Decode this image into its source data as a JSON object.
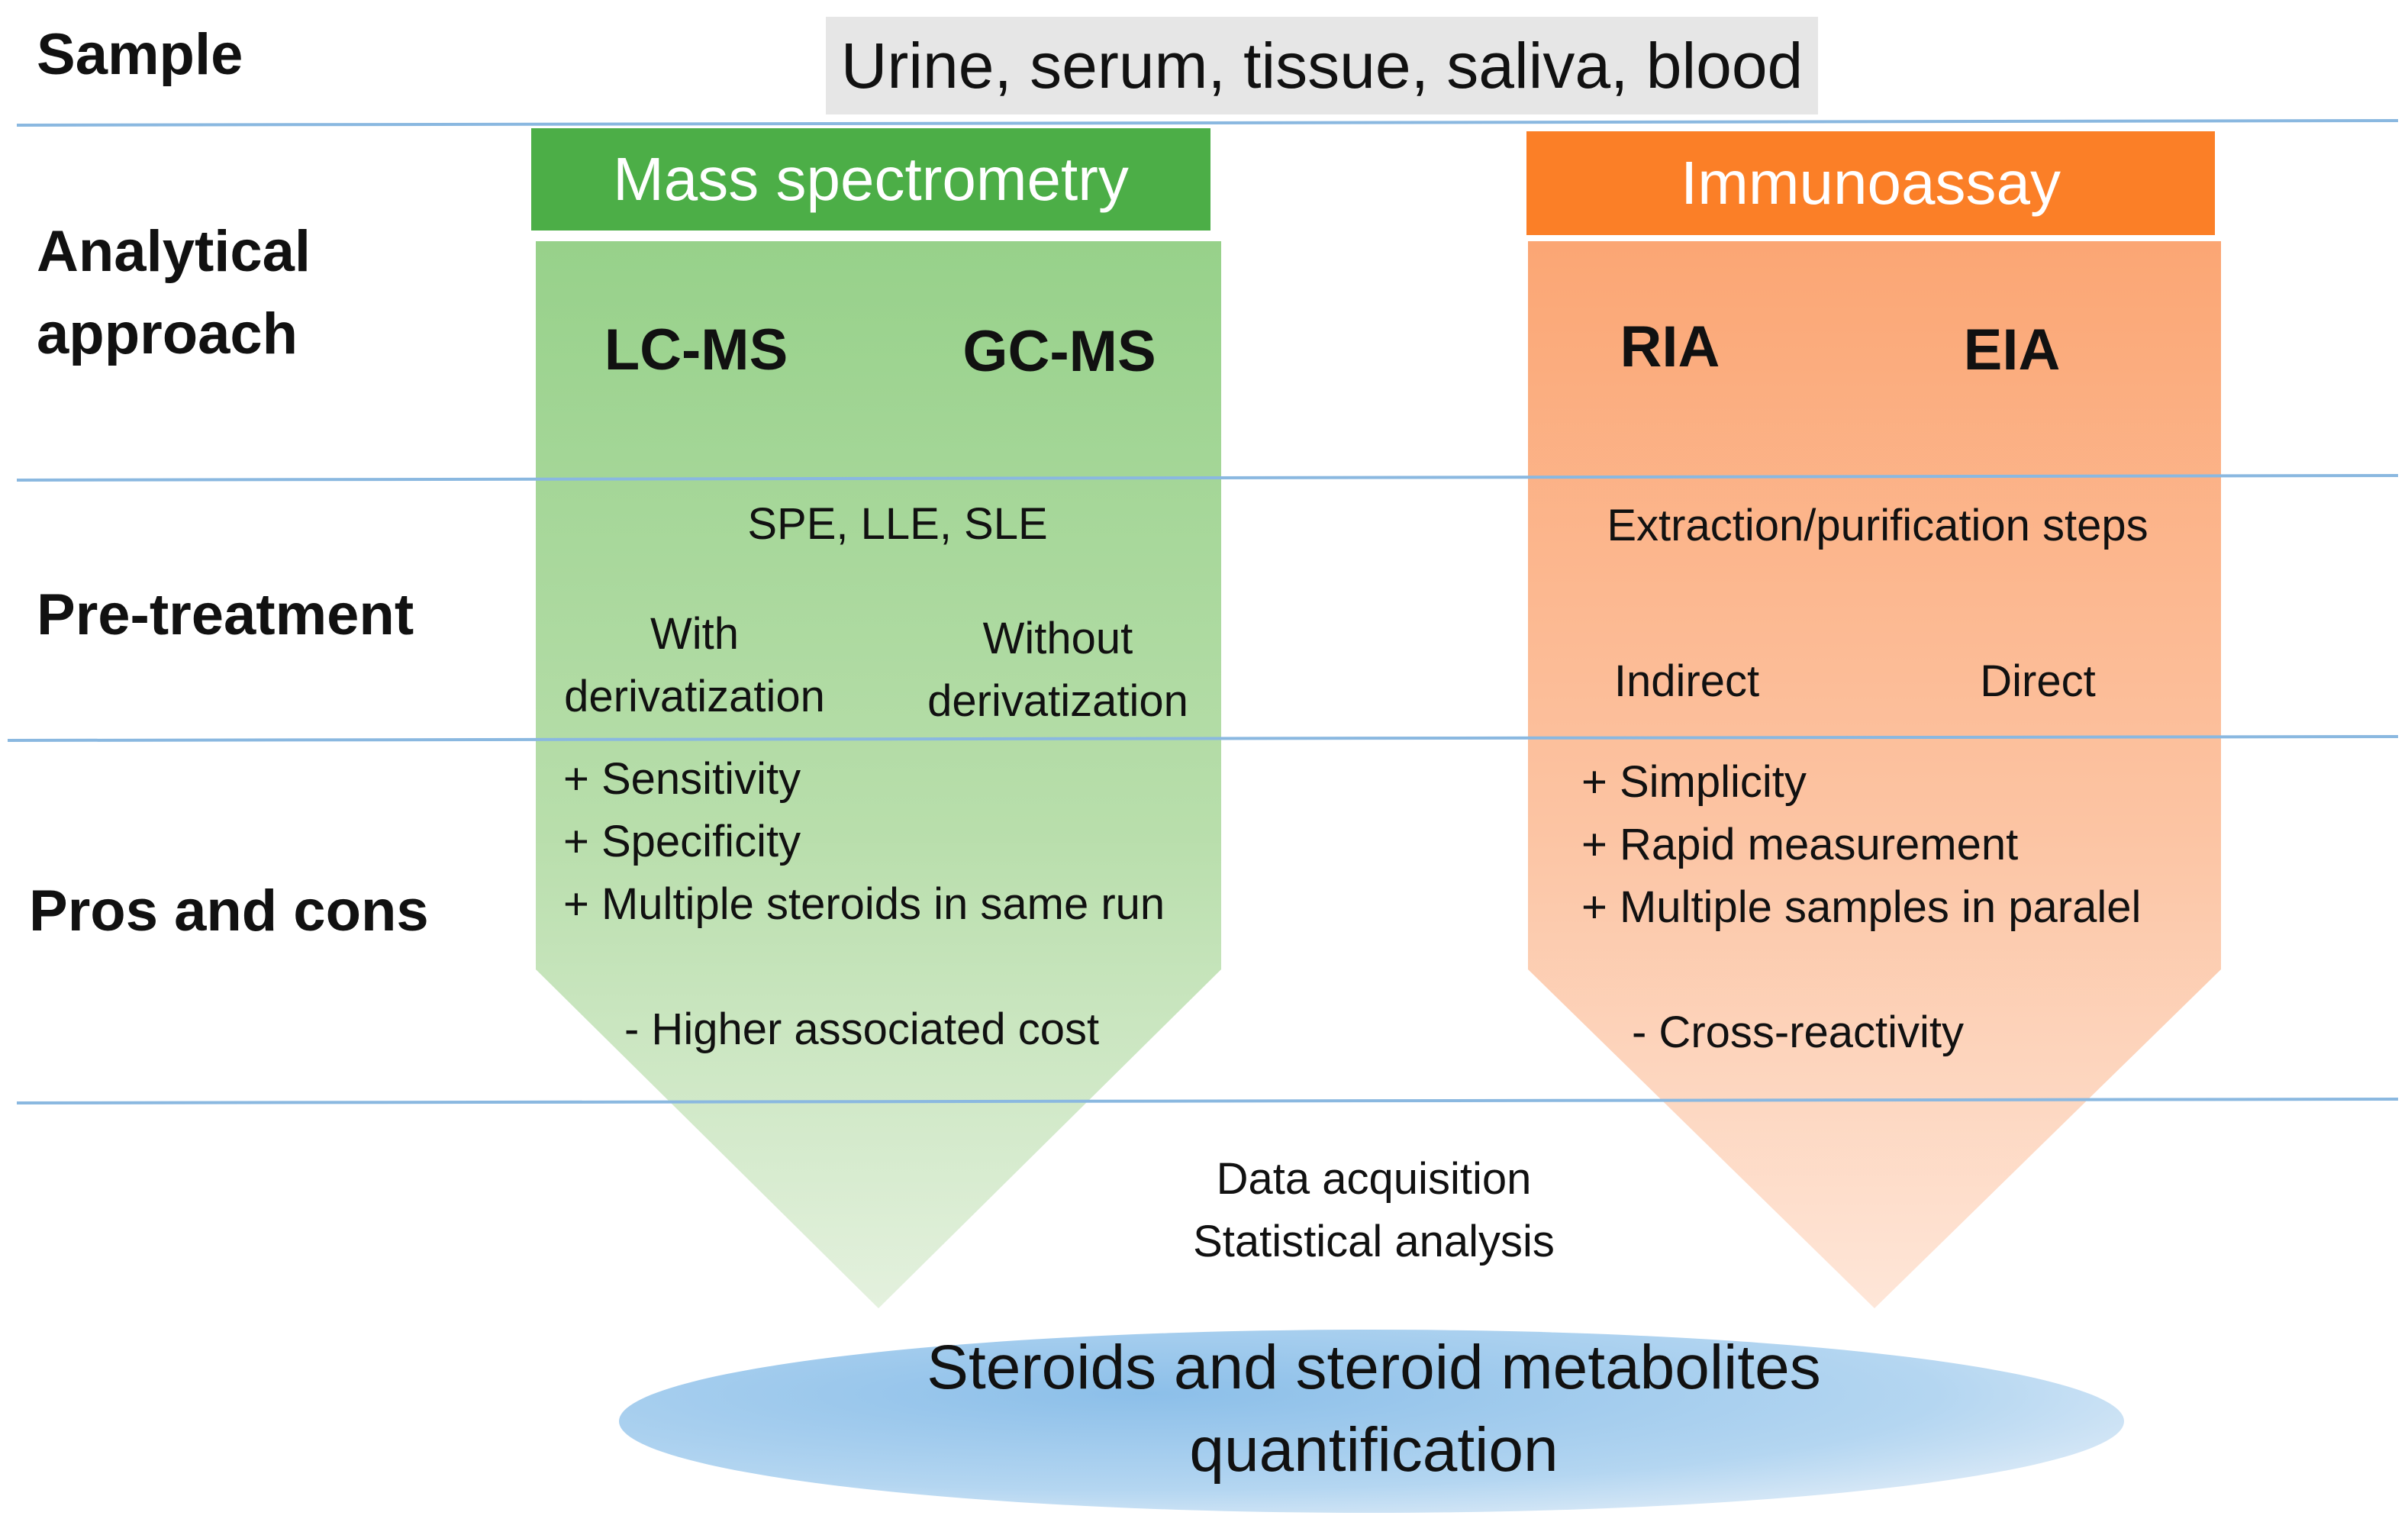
{
  "colors": {
    "mass_spec_header": "#4cae47",
    "immunoassay_header": "#fb7f27",
    "mass_spec_arrow": "#a6d697",
    "immunoassay_arrow": "#fbb58e",
    "divider": "#8ab8e0",
    "sample_box": "#e6e6e6",
    "ellipse": "#9dc8ec"
  },
  "rows": {
    "sample": "Sample",
    "analytical_line1": "Analytical",
    "analytical_line2": "approach",
    "pretreatment": "Pre-treatment",
    "pros_cons": "Pros and cons"
  },
  "sample_types": "Urine, serum, tissue, saliva, blood",
  "mass_spec": {
    "header": "Mass spectrometry",
    "method1": "LC-MS",
    "method2": "GC-MS",
    "extraction": "SPE, LLE, SLE",
    "with_line1": "With",
    "with_line2": "derivatization",
    "without_line1": "Without",
    "without_line2": "derivatization",
    "pros": [
      "+ Sensitivity",
      "+ Specificity",
      "+ Multiple steroids in same run"
    ],
    "con": "- Higher associated cost"
  },
  "immunoassay": {
    "header": "Immunoassay",
    "method1": "RIA",
    "method2": "EIA",
    "extraction": "Extraction/purification steps",
    "indirect": "Indirect",
    "direct": "Direct",
    "pros": [
      "+ Simplicity",
      "+ Rapid measurement",
      "+ Multiple samples in paralel"
    ],
    "con": "- Cross-reactivity"
  },
  "data_acquisition": "Data acquisition",
  "statistical_analysis": "Statistical analysis",
  "result_line1": "Steroids and steroid metabolites",
  "result_line2": "quantification"
}
